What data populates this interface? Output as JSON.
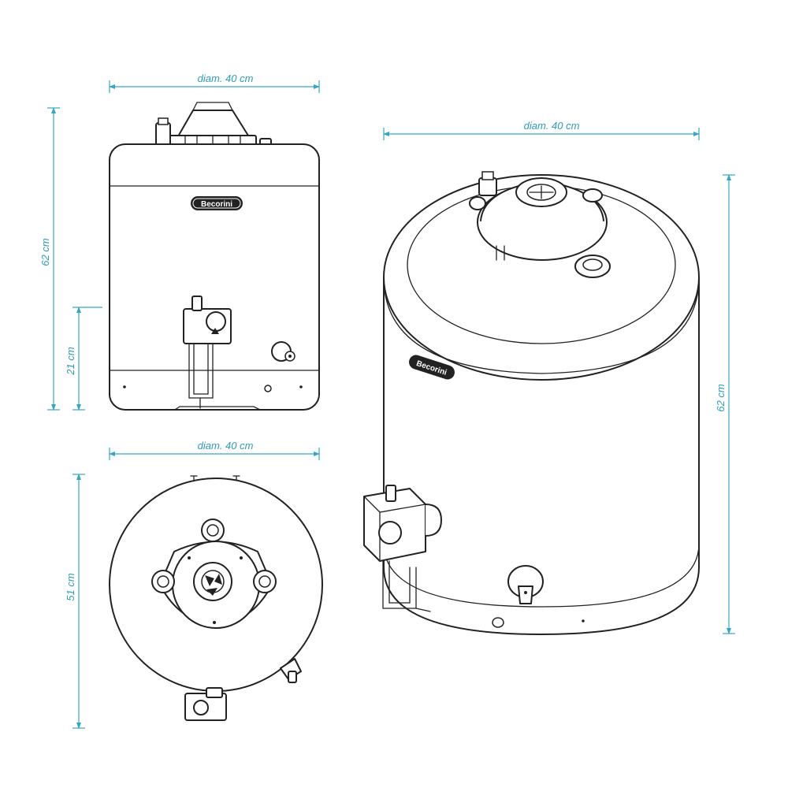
{
  "dimensions": {
    "front_width": "diam. 40 cm",
    "front_height": "62 cm",
    "front_lower": "21 cm",
    "top_width": "diam. 40 cm",
    "top_depth": "51 cm",
    "iso_width": "diam. 40 cm",
    "iso_height": "62 cm"
  },
  "logo": {
    "text": "Becorini"
  },
  "colors": {
    "dimension": "#39a6c1",
    "outline": "#222222"
  }
}
